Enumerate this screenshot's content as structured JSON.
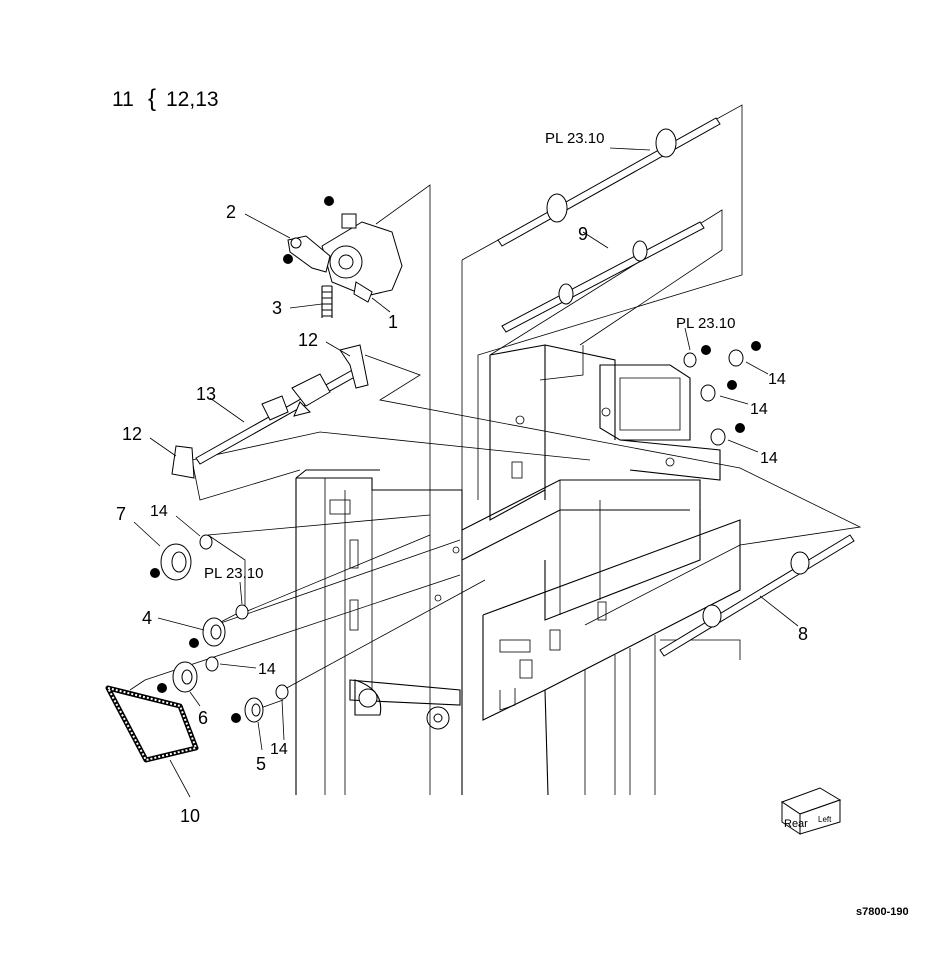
{
  "header": {
    "assembly": "11",
    "brace": "{",
    "subparts": "12,13"
  },
  "labels": {
    "l1": "1",
    "l2": "2",
    "l3": "3",
    "l4": "4",
    "l5": "5",
    "l6": "6",
    "l7": "7",
    "l8": "8",
    "l9": "9",
    "l10": "10",
    "l12a": "12",
    "l12b": "12",
    "l13": "13",
    "l14a": "14",
    "l14b": "14",
    "l14c": "14",
    "l14d": "14",
    "l14e": "14",
    "l14f": "14"
  },
  "refs": {
    "ref_top": "PL 23.10",
    "ref_right": "PL 23.10",
    "ref_left": "PL 23.10"
  },
  "orientation_cube": {
    "rear": "Rear",
    "left": "Left"
  },
  "figure_id": "s7800-190"
}
